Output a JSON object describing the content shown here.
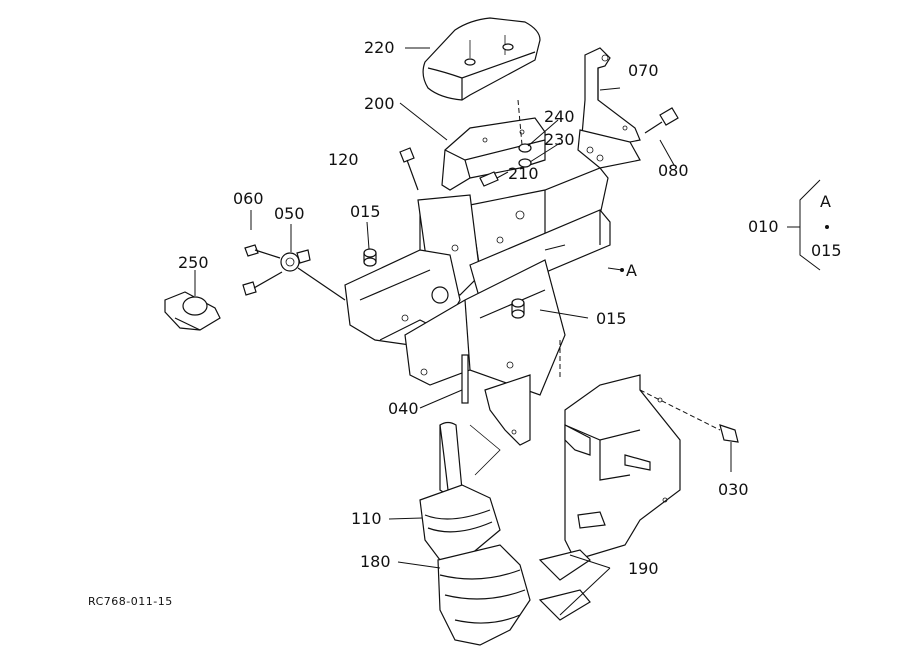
{
  "drawing_code": "RC768-011-15",
  "callouts": {
    "p220": "220",
    "p200": "200",
    "p240": "240",
    "p230": "230",
    "p210": "210",
    "p120": "120",
    "p070": "070",
    "p080": "080",
    "p060": "060",
    "p050": "050",
    "p015a": "015",
    "p250": "250",
    "refA": "A",
    "p015b": "015",
    "p040": "040",
    "p030": "030",
    "p110": "110",
    "p180": "180",
    "p190": "190"
  },
  "legend": {
    "group": "010",
    "ref": "A",
    "item": "015"
  }
}
